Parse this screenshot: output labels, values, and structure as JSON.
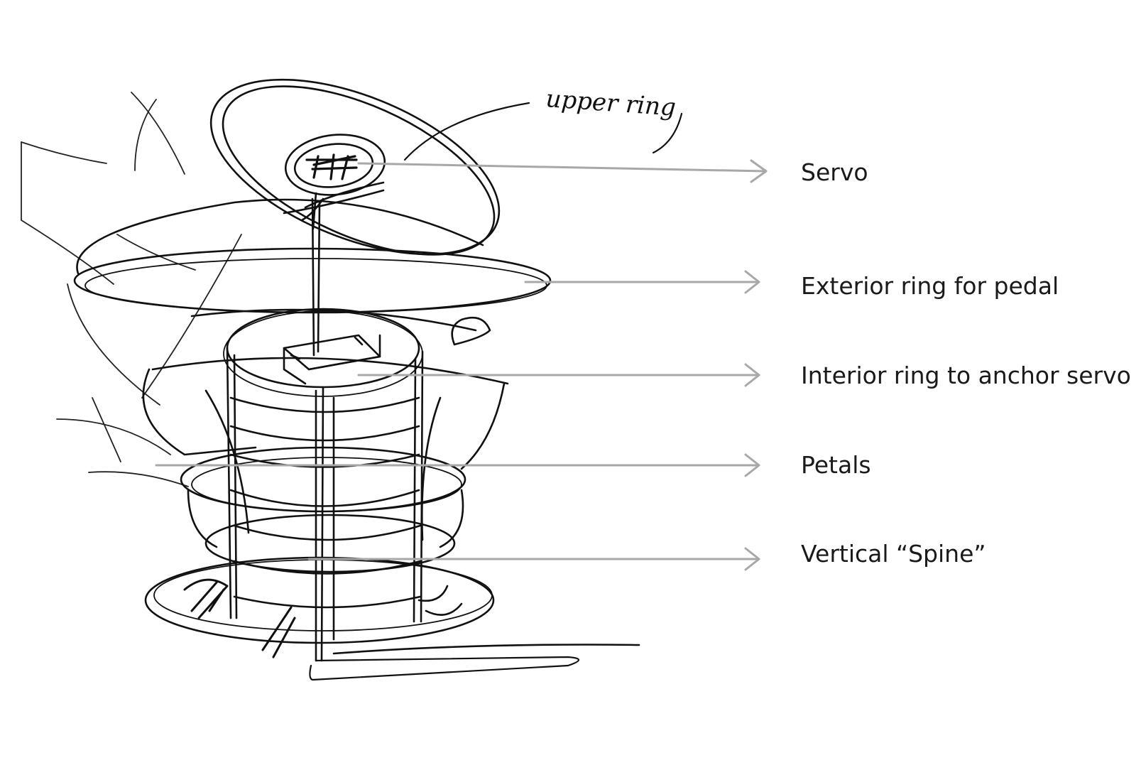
{
  "diagram": {
    "handwritten_note": "upper ring",
    "labels": [
      {
        "id": "servo",
        "text": "Servo"
      },
      {
        "id": "exterior-ring",
        "text": "Exterior ring for pedal"
      },
      {
        "id": "interior-ring",
        "text": "Interior ring to anchor servo"
      },
      {
        "id": "petals",
        "text": "Petals"
      },
      {
        "id": "spine",
        "text": "Vertical “Spine”"
      }
    ],
    "colors": {
      "sketch": "#111111",
      "arrow": "#a8a8a8",
      "label": "#1a1a1a"
    }
  }
}
